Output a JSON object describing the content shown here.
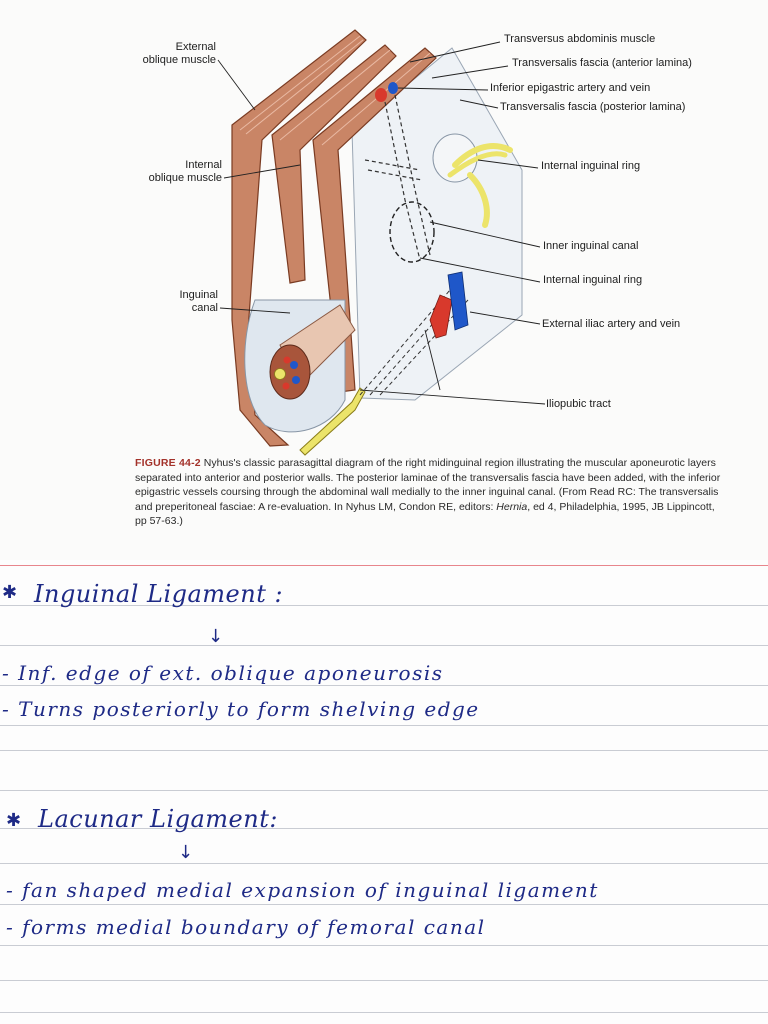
{
  "figure": {
    "labels": {
      "external_oblique": [
        "External",
        "oblique muscle"
      ],
      "internal_oblique": [
        "Internal",
        "oblique muscle"
      ],
      "inguinal_canal": [
        "Inguinal",
        "canal"
      ],
      "transversus": "Transversus abdominis muscle",
      "fascia_anterior": "Transversalis fascia (anterior lamina)",
      "epigastric": "Inferior epigastric artery and vein",
      "fascia_posterior": "Transversalis fascia (posterior lamina)",
      "internal_ring_1": "Internal inguinal ring",
      "inner_canal": "Inner inguinal canal",
      "internal_ring_2": "Internal inguinal ring",
      "iliac": "External iliac artery and vein",
      "iliopubic": "Iliopubic tract"
    },
    "colors": {
      "muscle": "#c98566",
      "artery": "#d8392c",
      "vein": "#1f57c9",
      "nerve": "#ece46a",
      "fascia": "#e6edf4"
    },
    "caption": {
      "fig_label": "FIGURE 44-2",
      "text_1": " Nyhus's classic parasagittal diagram of the right midinguinal region illustrating the muscular aponeurotic layers separated into anterior and posterior walls. The posterior laminae of the transversalis fascia have been added, with the inferior epigastric vessels coursing through the abdominal wall medially to the inner inguinal canal. (From Read RC: The transversalis and preperitoneal fasciae: A re-evaluation. In Nyhus LM, Condon RE, editors: ",
      "italic": "Hernia",
      "text_2": ", ed 4, Philadelphia, 1995, JB Lippincott, pp 57-63.)"
    }
  },
  "notes": {
    "heading_1": "Inguinal Ligament :",
    "items_1": [
      "- Inf. edge of ext. oblique aponeurosis",
      "- Turns posteriorly to form shelving edge"
    ],
    "heading_2": "Lacunar Ligament:",
    "items_2": [
      "- fan shaped medial expansion of inguinal ligament",
      "- forms medial boundary of femoral canal"
    ],
    "arrow": "↓",
    "star": "✱"
  }
}
